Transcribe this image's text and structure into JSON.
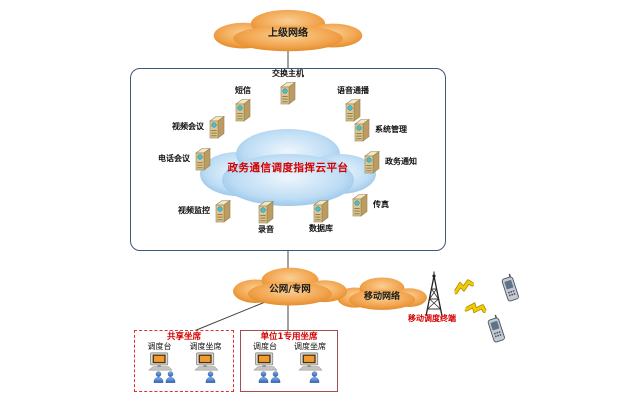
{
  "diagram": {
    "top_cloud": "上级网络",
    "platform_cloud": "政务通信调度指挥云平台",
    "public_cloud": "公网/专网",
    "mobile_cloud": "移动网络",
    "mobile_terminal": "移动调度终端"
  },
  "servers": [
    {
      "label": "交换主机"
    },
    {
      "label": "短信"
    },
    {
      "label": "语音通播"
    },
    {
      "label": "视频会议"
    },
    {
      "label": "系统管理"
    },
    {
      "label": "电话会议"
    },
    {
      "label": "政务通知"
    },
    {
      "label": "视频监控"
    },
    {
      "label": "传真"
    },
    {
      "label": "录音"
    },
    {
      "label": "数据库"
    }
  ],
  "seat_groups": [
    {
      "title": "共享坐席",
      "stations": [
        {
          "label": "调度台"
        },
        {
          "label": "调度坐席"
        }
      ]
    },
    {
      "title": "单位1专用坐席",
      "stations": [
        {
          "label": "调度台"
        },
        {
          "label": "调度坐席"
        }
      ]
    }
  ],
  "colors": {
    "accent_red": "#d40000",
    "cloud_orange": "#f2a44e",
    "cloud_blue": "#bcdcf4",
    "box_border": "#3c5a78"
  }
}
